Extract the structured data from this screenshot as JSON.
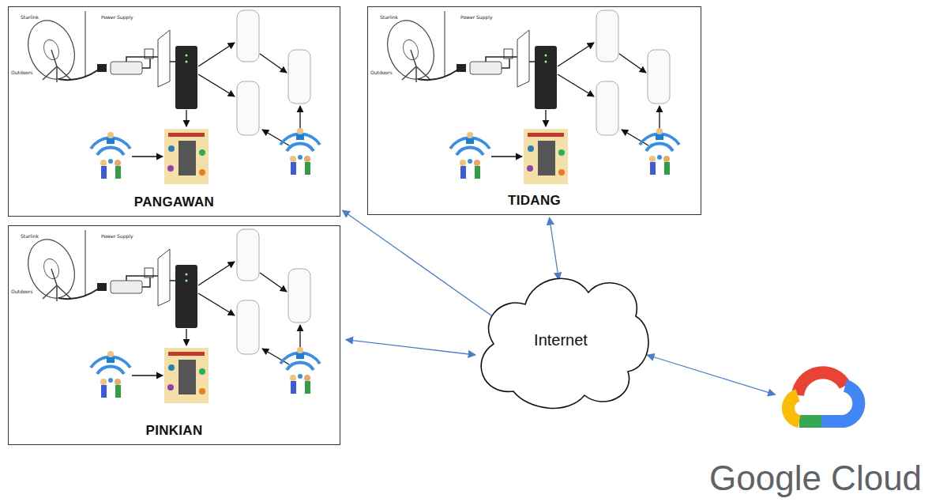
{
  "diagram": {
    "nodes": [
      {
        "text": [
          "PANGAWAN"
        ]
      },
      {
        "text": [
          "TIDANG"
        ]
      },
      {
        "text": [
          "PINKIAN"
        ]
      },
      {
        "text": [
          "Internet"
        ]
      },
      {
        "text": [
          "Google Cloud"
        ]
      }
    ],
    "edges": [
      {
        "from": 0,
        "to": 3,
        "arrow": "both"
      },
      {
        "from": 1,
        "to": 3,
        "arrow": "both"
      },
      {
        "from": 2,
        "to": 3,
        "arrow": "both"
      },
      {
        "from": 3,
        "to": 4,
        "arrow": "both"
      }
    ],
    "labels": [
      "Starlink",
      "Power Supply",
      "Outdoors",
      "Starlink",
      "Power Supply",
      "Outdoors",
      "Starlink",
      "Power Supply",
      "Outdoors"
    ]
  }
}
